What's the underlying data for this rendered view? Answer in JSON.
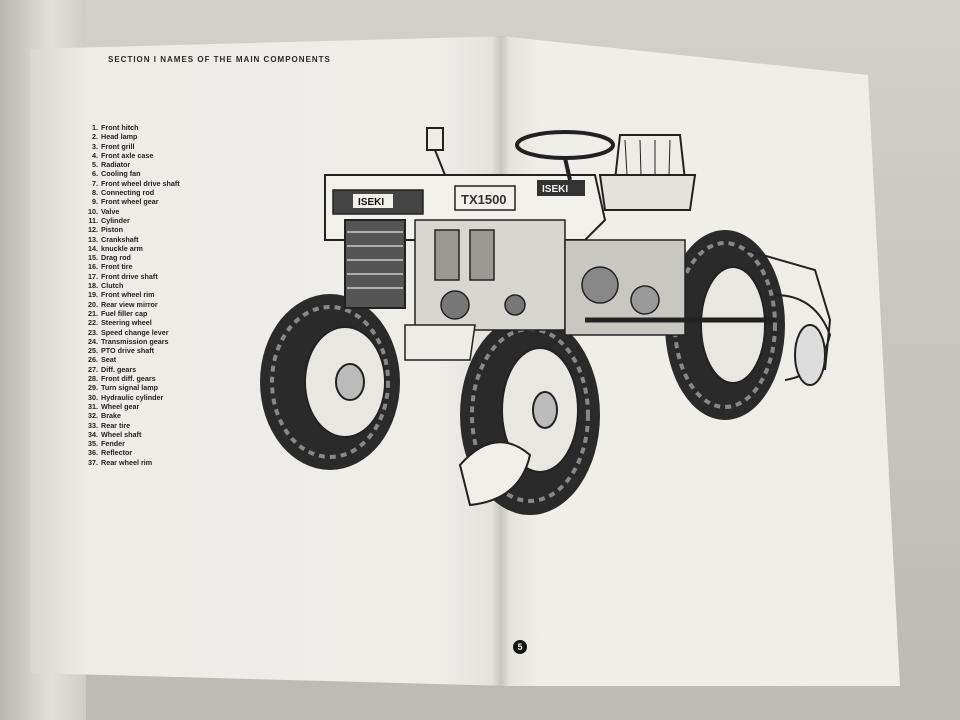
{
  "section": {
    "title": "SECTION I  NAMES OF THE MAIN COMPONENTS"
  },
  "parts": [
    {
      "num": "1.",
      "name": "Front hitch"
    },
    {
      "num": "2.",
      "name": "Head lamp"
    },
    {
      "num": "3.",
      "name": "Front grill"
    },
    {
      "num": "4.",
      "name": "Front axle case"
    },
    {
      "num": "5.",
      "name": "Radiator"
    },
    {
      "num": "6.",
      "name": "Cooling fan"
    },
    {
      "num": "7.",
      "name": "Front wheel drive shaft"
    },
    {
      "num": "8.",
      "name": "Connecting rod"
    },
    {
      "num": "9.",
      "name": "Front wheel gear"
    },
    {
      "num": "10.",
      "name": "Valve"
    },
    {
      "num": "11.",
      "name": "Cylinder"
    },
    {
      "num": "12.",
      "name": "Piston"
    },
    {
      "num": "13.",
      "name": "Crankshaft"
    },
    {
      "num": "14.",
      "name": "knuckle arm"
    },
    {
      "num": "15.",
      "name": "Drag rod"
    },
    {
      "num": "16.",
      "name": "Front tire"
    },
    {
      "num": "17.",
      "name": "Front drive shaft"
    },
    {
      "num": "18.",
      "name": "Clutch"
    },
    {
      "num": "19.",
      "name": "Front wheel rim"
    },
    {
      "num": "20.",
      "name": "Rear view mirror"
    },
    {
      "num": "21.",
      "name": "Fuel filler cap"
    },
    {
      "num": "22.",
      "name": "Steering wheel"
    },
    {
      "num": "23.",
      "name": "Speed change lever"
    },
    {
      "num": "24.",
      "name": "Transmission gears"
    },
    {
      "num": "25.",
      "name": "PTO drive shaft"
    },
    {
      "num": "26.",
      "name": "Seat"
    },
    {
      "num": "27.",
      "name": "Diff. gears"
    },
    {
      "num": "28.",
      "name": "Front diff. gears"
    },
    {
      "num": "29.",
      "name": "Turn signal lamp"
    },
    {
      "num": "30.",
      "name": "Hydraulic cylinder"
    },
    {
      "num": "31.",
      "name": "Wheel gear"
    },
    {
      "num": "32.",
      "name": "Brake"
    },
    {
      "num": "33.",
      "name": "Rear tire"
    },
    {
      "num": "34.",
      "name": "Wheel shaft"
    },
    {
      "num": "35.",
      "name": "Fender"
    },
    {
      "num": "36.",
      "name": "Reflector"
    },
    {
      "num": "37.",
      "name": "Rear wheel rim"
    }
  ],
  "illustration": {
    "brand_front": "ISEKI",
    "model": "TX1500",
    "brand_side": "ISEKI"
  },
  "page": {
    "number": "5"
  }
}
